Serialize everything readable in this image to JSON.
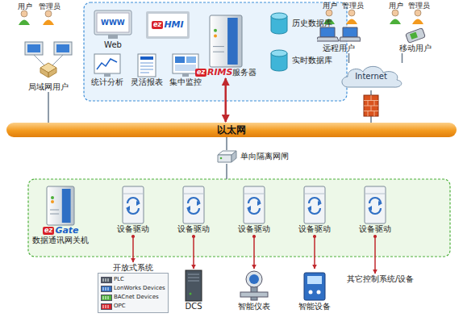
{
  "diagram": {
    "nodes": [
      {
        "text": [
          "以太网"
        ]
      },
      {
        "text": [
          "RIMS",
          "服务器"
        ]
      },
      {
        "text": [
          "历史数据库"
        ]
      },
      {
        "text": [
          "实时数据库"
        ]
      },
      {
        "text": [
          "Web"
        ]
      },
      {
        "text": [
          "HMI"
        ]
      },
      {
        "text": [
          "统计分析"
        ]
      },
      {
        "text": [
          "灵活报表"
        ]
      },
      {
        "text": [
          "集中监控"
        ]
      },
      {
        "text": [
          "局域网用户"
        ]
      },
      {
        "text": [
          "远程用户"
        ]
      },
      {
        "text": [
          "移动用户"
        ]
      },
      {
        "text": [
          "Internet"
        ]
      },
      {
        "text": [
          "单向隔离网闸"
        ]
      },
      {
        "text": [
          "Gate",
          "数据通讯网关机"
        ]
      },
      {
        "text": [
          "设备驱动"
        ]
      },
      {
        "text": [
          "设备驱动"
        ]
      },
      {
        "text": [
          "设备驱动"
        ]
      },
      {
        "text": [
          "设备驱动"
        ]
      },
      {
        "text": [
          "设备驱动"
        ]
      },
      {
        "text": [
          "开放式系统",
          "PLC",
          "LonWorks Devices",
          "BACnet Devices",
          "OPC"
        ]
      },
      {
        "text": [
          "DCS"
        ]
      },
      {
        "text": [
          "智能仪表"
        ]
      },
      {
        "text": [
          "智能设备"
        ]
      },
      {
        "text": [
          "其它控制系统/设备"
        ]
      }
    ],
    "edges": [
      {
        "from": 1,
        "to": 0,
        "arrow": "both"
      },
      {
        "from": 9,
        "to": 0,
        "arrow": "none"
      },
      {
        "from": 10,
        "to": 12,
        "arrow": "none"
      },
      {
        "from": 11,
        "to": 12,
        "arrow": "none"
      },
      {
        "from": 12,
        "to": 0,
        "arrow": "none"
      },
      {
        "from": 13,
        "to": 0,
        "arrow": "none"
      },
      {
        "from": 15,
        "to": 20,
        "arrow": "to"
      },
      {
        "from": 16,
        "to": 21,
        "arrow": "to"
      },
      {
        "from": 17,
        "to": 22,
        "arrow": "to"
      },
      {
        "from": 18,
        "to": 23,
        "arrow": "to"
      },
      {
        "from": 19,
        "to": 24,
        "arrow": "to"
      }
    ],
    "labels": [
      "用户",
      "管理员",
      "用户",
      "管理员",
      "用户",
      "管理员",
      "WWW",
      "ez",
      "ez",
      "ez"
    ]
  }
}
